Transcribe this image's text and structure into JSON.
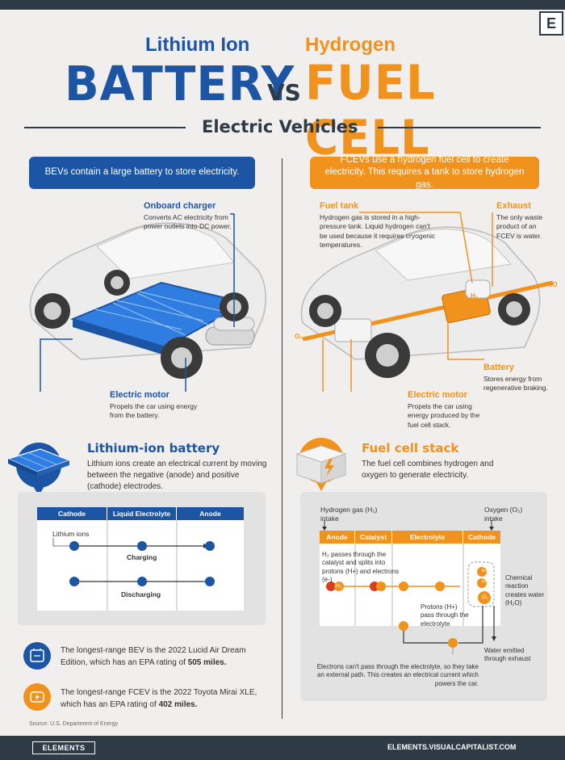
{
  "header": {
    "left_subtitle": "Lithium Ion",
    "left_title": "BATTERY",
    "vs": "VS",
    "right_subtitle": "Hydrogen",
    "right_title": "FUEL CELL",
    "subtitle": "Electric Vehicles",
    "logo_letter": "E"
  },
  "bev": {
    "intro": "BEVs contain a large battery to store electricity.",
    "charger_title": "Onboard charger",
    "charger_text": "Converts AC electricity from power outlets into DC power.",
    "motor_title": "Electric motor",
    "motor_text": "Propels the car using energy from the battery."
  },
  "fcev": {
    "intro": "FCEVs use a hydrogen fuel cell to create electricity. This requires a tank to store hydrogen gas.",
    "tank_title": "Fuel tank",
    "tank_text": "Hydrogen gas is stored in a high-pressure tank. Liquid hydrogen can't be used because it requires cryogenic temperatures.",
    "exhaust_title": "Exhaust",
    "exhaust_text": "The only waste product of an FCEV is water.",
    "battery_title": "Battery",
    "battery_text": "Stores energy from regenerative braking.",
    "motor_title": "Electric motor",
    "motor_text": "Propels the car using energy produced by the fuel cell stack.",
    "o2_label": "O₂",
    "h2_label": "H₂",
    "h2o_label": "H₂O"
  },
  "li_battery": {
    "title": "Lithium-ion battery",
    "text": "Lithium ions create an electrical current by moving between the negative (anode) and positive (cathode) electrodes.",
    "headers": [
      "Cathode",
      "Liquid Electrolyte",
      "Anode"
    ],
    "ions_label": "Lithium ions",
    "charging": "Charging",
    "discharging": "Discharging"
  },
  "fuel_cell": {
    "title": "Fuel cell stack",
    "text": "The fuel cell combines hydrogen and oxygen to generate electricity.",
    "h2_intake": "Hydrogen gas (H₂) intake",
    "o2_intake": "Oxygen (O₂) intake",
    "headers": [
      "Anode",
      "Catalyst",
      "Electrolyte",
      "Cathode"
    ],
    "passes": "H₂ passes through the catalyst and splits into protons (H+) and electrons (e-)",
    "protons": "Protons (H+) pass through the electrolyte",
    "chemical": "Chemical reaction creates water (H₂O)",
    "water": "Water emitted through exhaust",
    "electrons": "Electrons can't pass through the electrolyte, so they take an external path. This creates an electrical current which powers the car.",
    "h2": "H₂",
    "hplus": "H+",
    "eminus": "e-",
    "o2": "O₂"
  },
  "facts": {
    "bev_pre": "The longest-range BEV is the 2022 Lucid Air Dream Edition, which has an EPA rating of ",
    "bev_val": "505 miles.",
    "fcev_pre": "The longest-range FCEV is the 2022 Toyota Mirai XLE, which has an EPA rating of ",
    "fcev_val": "402 miles."
  },
  "footer": {
    "source": "Source: U.S. Department of Energy",
    "logo": "ELEMENTS",
    "url": "ELEMENTS.VISUALCAPITALIST.COM"
  },
  "colors": {
    "blue": "#1c55a3",
    "orange": "#f0921c",
    "dark": "#2e3a46"
  }
}
